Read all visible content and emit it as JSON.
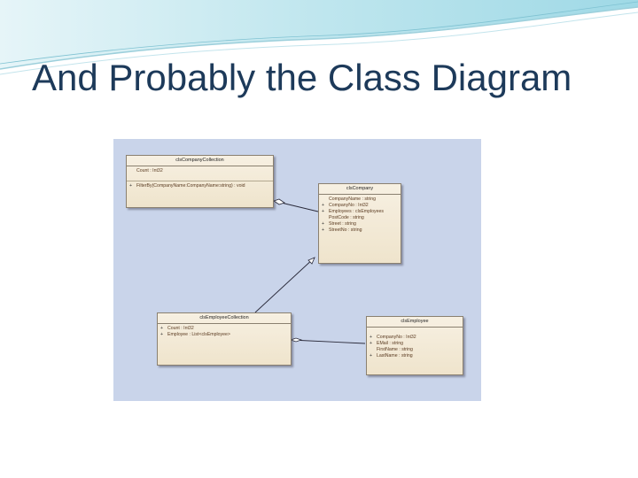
{
  "slide": {
    "title": "And Probably the Class Diagram"
  },
  "diagram": {
    "classes": [
      {
        "id": "company-collection",
        "name": "clsCompanyCollection",
        "attributes": [
          {
            "vis": "",
            "text": "Count : Int32"
          }
        ],
        "operations": [
          {
            "vis": "+",
            "text": "FilterBy(CompanyName:CompanyName:string) : void"
          }
        ]
      },
      {
        "id": "company",
        "name": "clsCompany",
        "attributes": [
          {
            "vis": "",
            "text": "CompanyName : string"
          },
          {
            "vis": "+",
            "text": "CompanyNo : Int32"
          },
          {
            "vis": "+",
            "text": "Employees : clsEmployees"
          },
          {
            "vis": "",
            "text": "PostCode : string"
          },
          {
            "vis": "+",
            "text": "Street : string"
          },
          {
            "vis": "+",
            "text": "StreetNo : string"
          }
        ]
      },
      {
        "id": "employee-collection",
        "name": "clsEmployeeCollection",
        "attributes": [
          {
            "vis": "+",
            "text": "Count : Int32"
          },
          {
            "vis": "+",
            "text": "Employee : List<clsEmployee>"
          }
        ]
      },
      {
        "id": "employee",
        "name": "clsEmployee",
        "attributes": [
          {
            "vis": "+",
            "text": "CompanyNo : Int32"
          },
          {
            "vis": "+",
            "text": "EMail : string"
          },
          {
            "vis": "",
            "text": "FirstName : string"
          },
          {
            "vis": "+",
            "text": "LastName : string"
          }
        ]
      }
    ]
  }
}
